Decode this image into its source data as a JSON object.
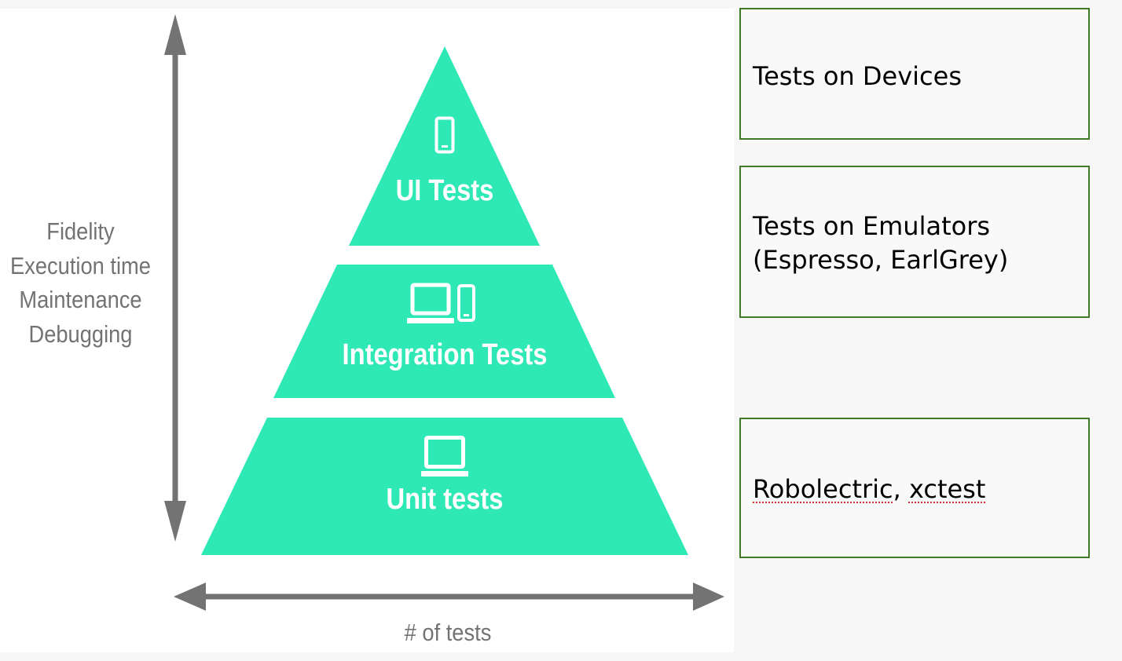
{
  "pyramid": {
    "color": "#2ee8b6",
    "tiers": [
      {
        "label": "UI Tests",
        "icon": "smartphone-icon"
      },
      {
        "label": "Integration Tests",
        "icon": "laptop-and-phone-icon"
      },
      {
        "label": "Unit tests",
        "icon": "laptop-icon"
      }
    ]
  },
  "vertical_axis": {
    "lines": [
      "Fidelity",
      "Execution time",
      "Maintenance",
      "Debugging"
    ],
    "color": "#737373"
  },
  "horizontal_axis": {
    "label": "# of tests"
  },
  "notes": {
    "border_color": "#3f7b26",
    "devices": {
      "line1": "Tests on Devices"
    },
    "emulators": {
      "line1": "Tests on Emulators",
      "line2": "(Espresso, EarlGrey)"
    },
    "unit": {
      "word1": "Robolectric",
      "separator": ", ",
      "word2": "xctest"
    }
  }
}
